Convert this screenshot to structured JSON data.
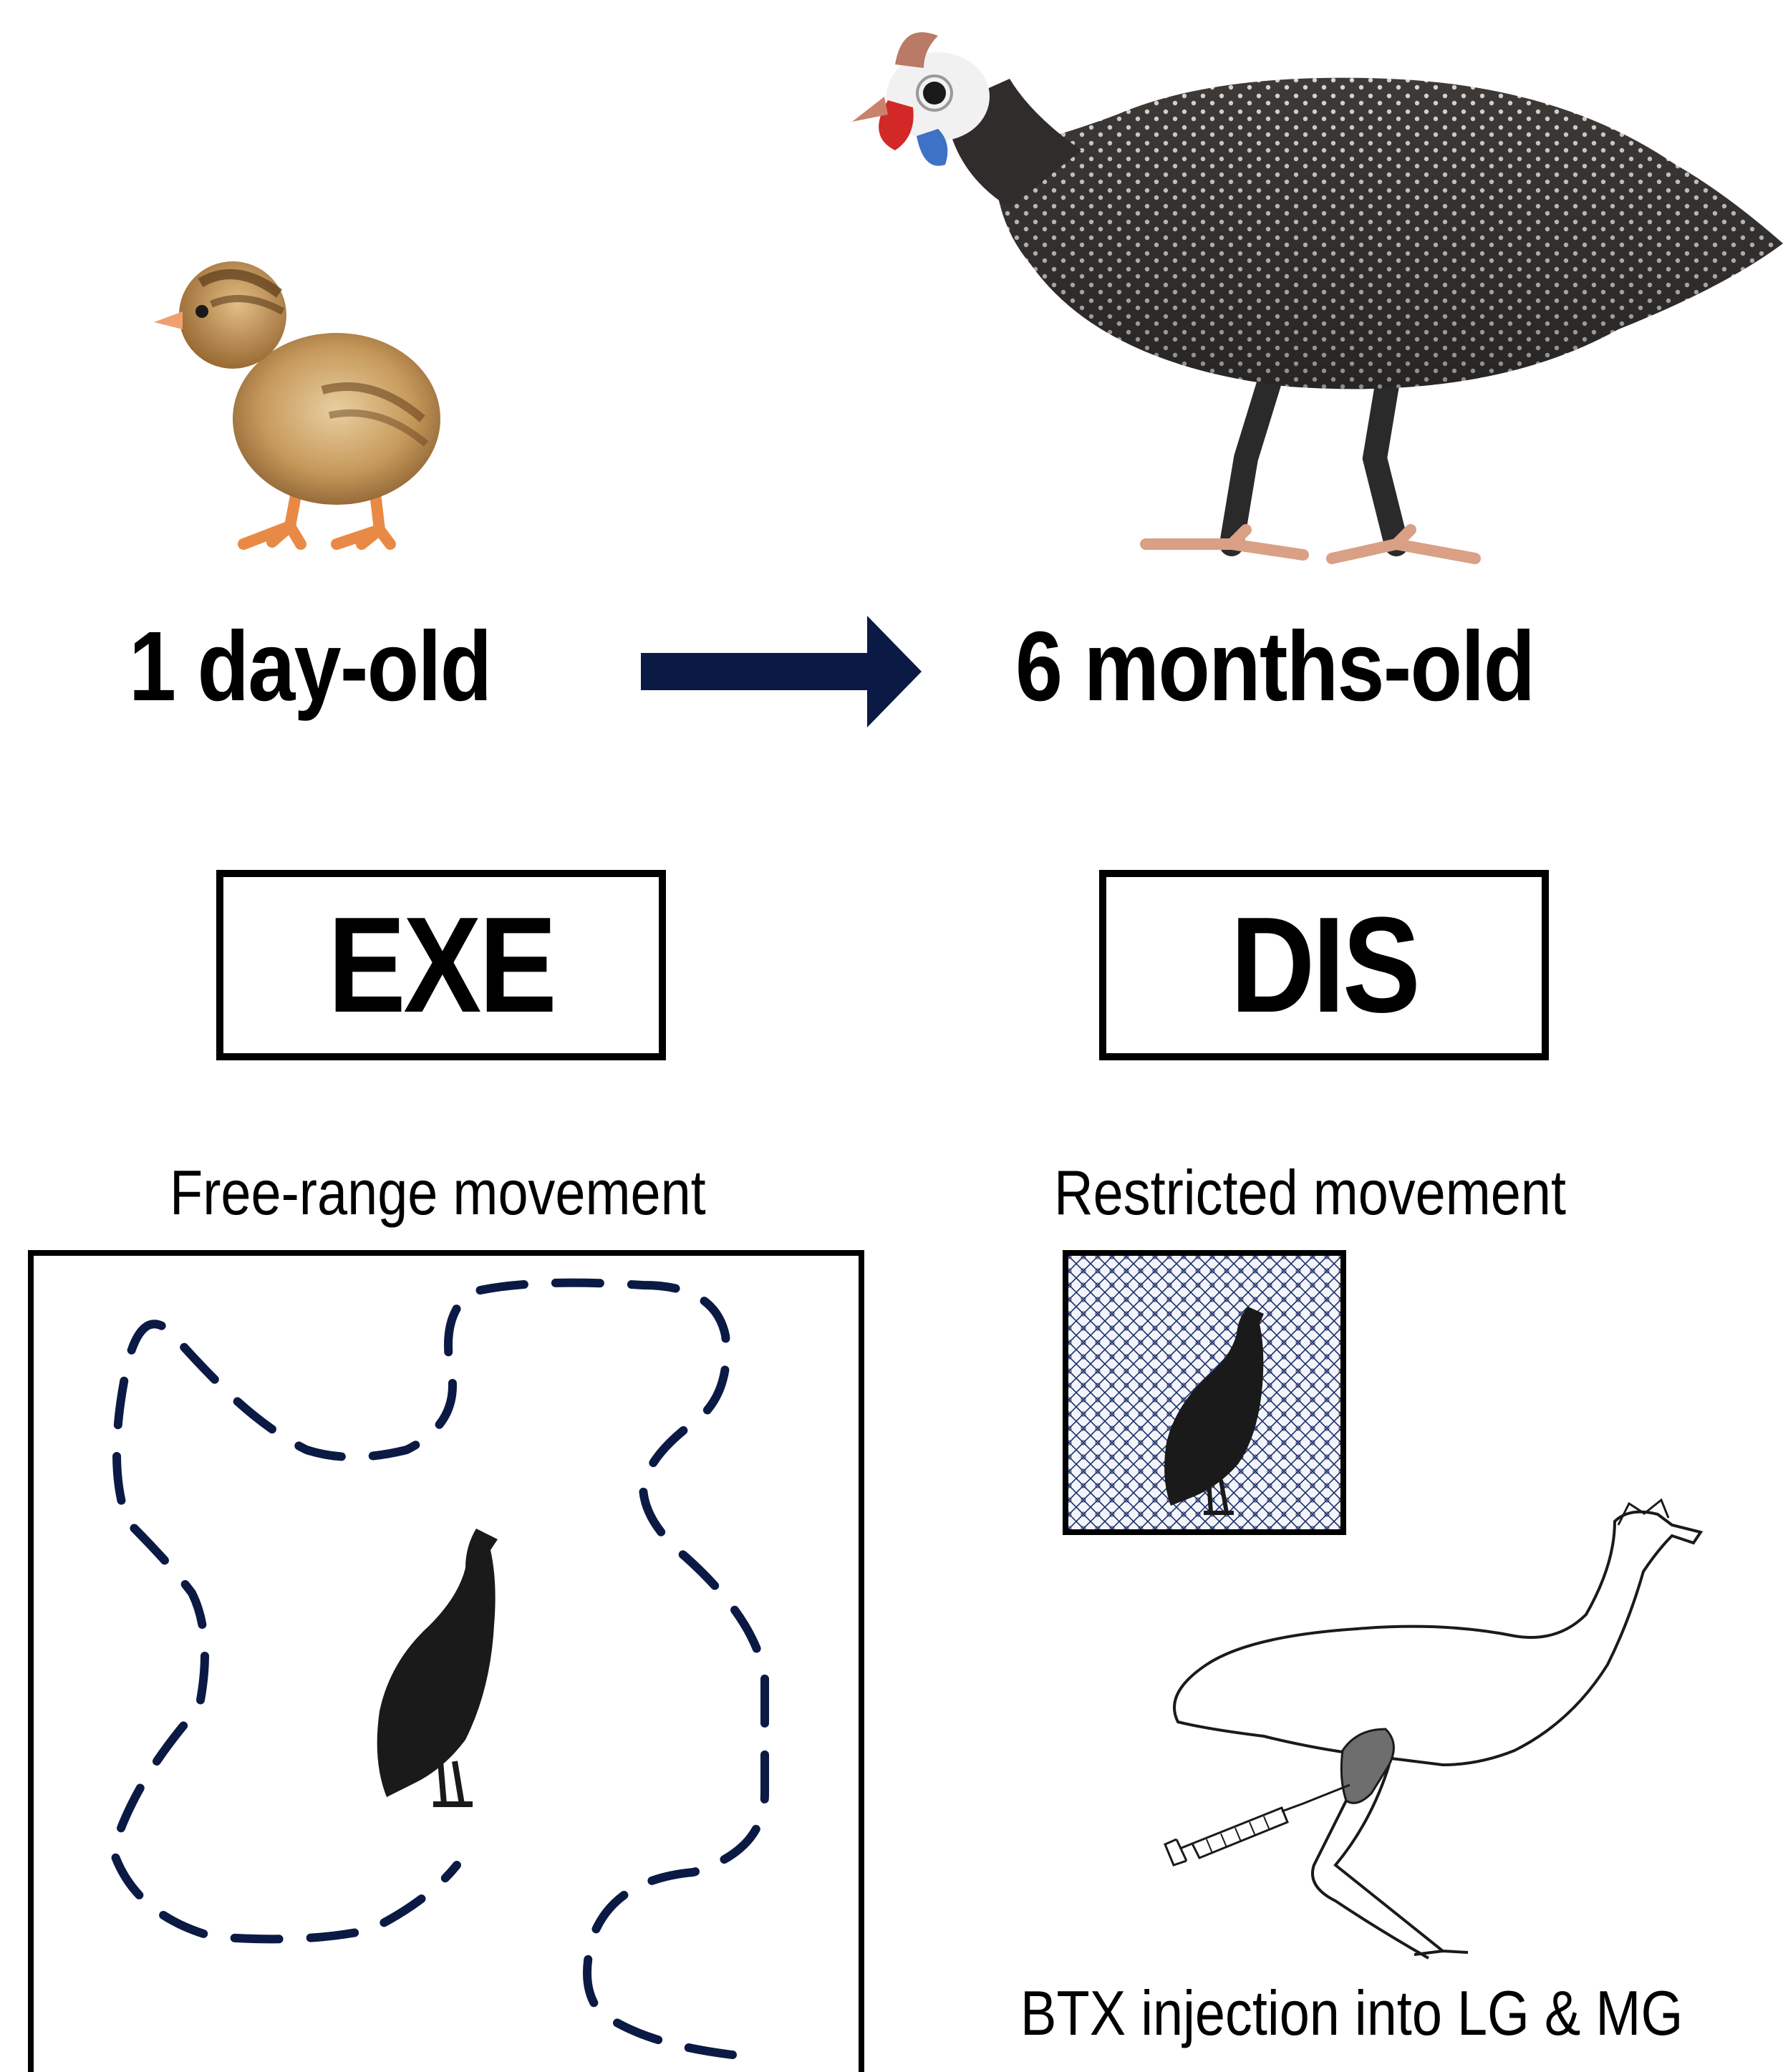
{
  "labels": {
    "start_age": "1 day-old",
    "end_age": "6 months-old"
  },
  "groups": {
    "exercise": {
      "label": "EXE",
      "caption": "Free-range movement"
    },
    "disuse": {
      "label": "DIS",
      "caption": "Restricted movement",
      "injection_caption": "BTX injection into LG & MG"
    }
  },
  "colors": {
    "arrow": "#0b1a44",
    "path_dashes": "#0b1a44",
    "silhouette": "#1a1a1a",
    "muscle_highlight": "#6e6e6e",
    "mesh": "#1c2f6b"
  },
  "icons": {
    "chick": "guinea-fowl-chick-photo",
    "adult": "adult-guinea-fowl-photo",
    "arrow": "right-arrow-icon",
    "syringe": "syringe-icon"
  }
}
